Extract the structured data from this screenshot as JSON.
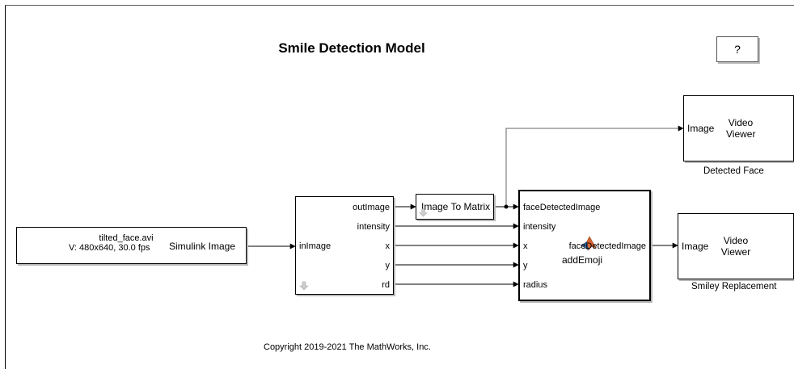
{
  "model": {
    "title": "Smile Detection Model",
    "help_button": "?",
    "copyright": "Copyright 2019-2021 The MathWorks, Inc."
  },
  "source_block": {
    "file": "tilted_face.avi",
    "info": "V: 480x640, 30.0 fps",
    "output_port": "Simulink Image"
  },
  "subsystem_block": {
    "input_port": "inImage",
    "output_ports": [
      "outImage",
      "intensity",
      "x",
      "y",
      "rd"
    ]
  },
  "image_to_matrix": {
    "label": "Image To Matrix"
  },
  "add_emoji": {
    "name": "addEmoji",
    "input_ports": [
      "faceDetectedImage",
      "intensity",
      "x",
      "y",
      "radius"
    ],
    "output_port": "faceDetectedImage"
  },
  "viewer_detected": {
    "input_port": "Image",
    "title_line1": "Video",
    "title_line2": "Viewer",
    "caption": "Detected Face"
  },
  "viewer_smiley": {
    "input_port": "Image",
    "title_line1": "Video",
    "title_line2": "Viewer",
    "caption": "Smiley Replacement"
  }
}
